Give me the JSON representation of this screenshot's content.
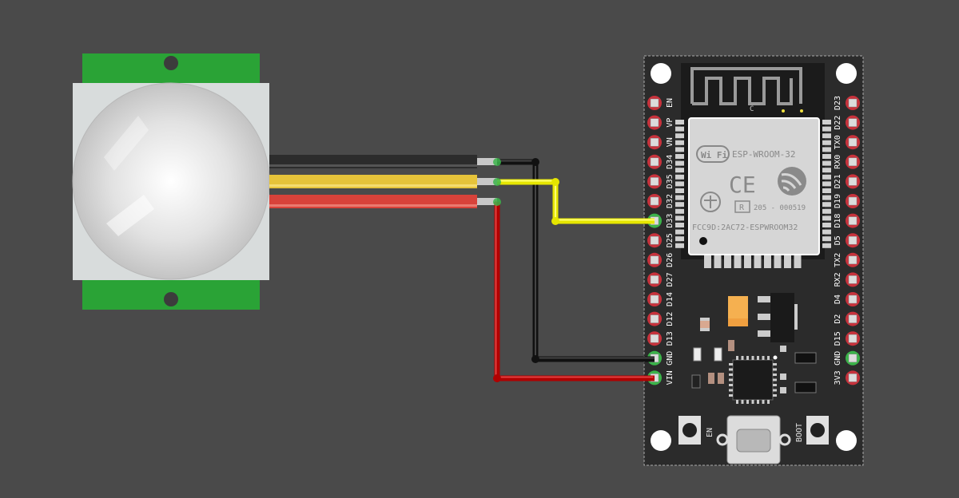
{
  "canvas": {
    "background": "#4a4a4a"
  },
  "colors": {
    "pcb": "#2b2b2b",
    "pir_green": "#2aa336",
    "wire_black": "#111111",
    "wire_yellow": "#f0e020",
    "wire_red": "#c01010",
    "pin_red": "#c8323c",
    "pin_green": "#3bb44a",
    "module_metal": "#e8e8e8"
  },
  "pir_sensor": {
    "name": "pir-motion-sensor",
    "wires": [
      {
        "color": "black",
        "signal": "GND"
      },
      {
        "color": "yellow",
        "signal": "OUT"
      },
      {
        "color": "red",
        "signal": "VCC"
      }
    ]
  },
  "esp32": {
    "module_logo": "Wi Fi",
    "module_title": "ESP-WROOM-32",
    "ce_mark": "CE",
    "r_mark": "R",
    "cert_number": "205 - 000519",
    "fcc_id": "FCC9D:2AC72-ESPWROOM32",
    "antenna_mark": "C",
    "en_button_label": "EN",
    "boot_button_label": "BOOT",
    "left_pins": [
      "EN",
      "VP",
      "VN",
      "D34",
      "D35",
      "D32",
      "D33",
      "D25",
      "D26",
      "D27",
      "D14",
      "D12",
      "D13",
      "GND",
      "VIN"
    ],
    "right_pins": [
      "D23",
      "D22",
      "TX0",
      "RX0",
      "D21",
      "D19",
      "D18",
      "D5",
      "TX2",
      "RX2",
      "D4",
      "D2",
      "D15",
      "GND",
      "3V3"
    ]
  },
  "connections": [
    {
      "from": "PIR GND",
      "to": "GND",
      "wire": "black"
    },
    {
      "from": "PIR OUT",
      "to": "D33",
      "wire": "yellow"
    },
    {
      "from": "PIR VCC",
      "to": "VIN",
      "wire": "red"
    }
  ]
}
